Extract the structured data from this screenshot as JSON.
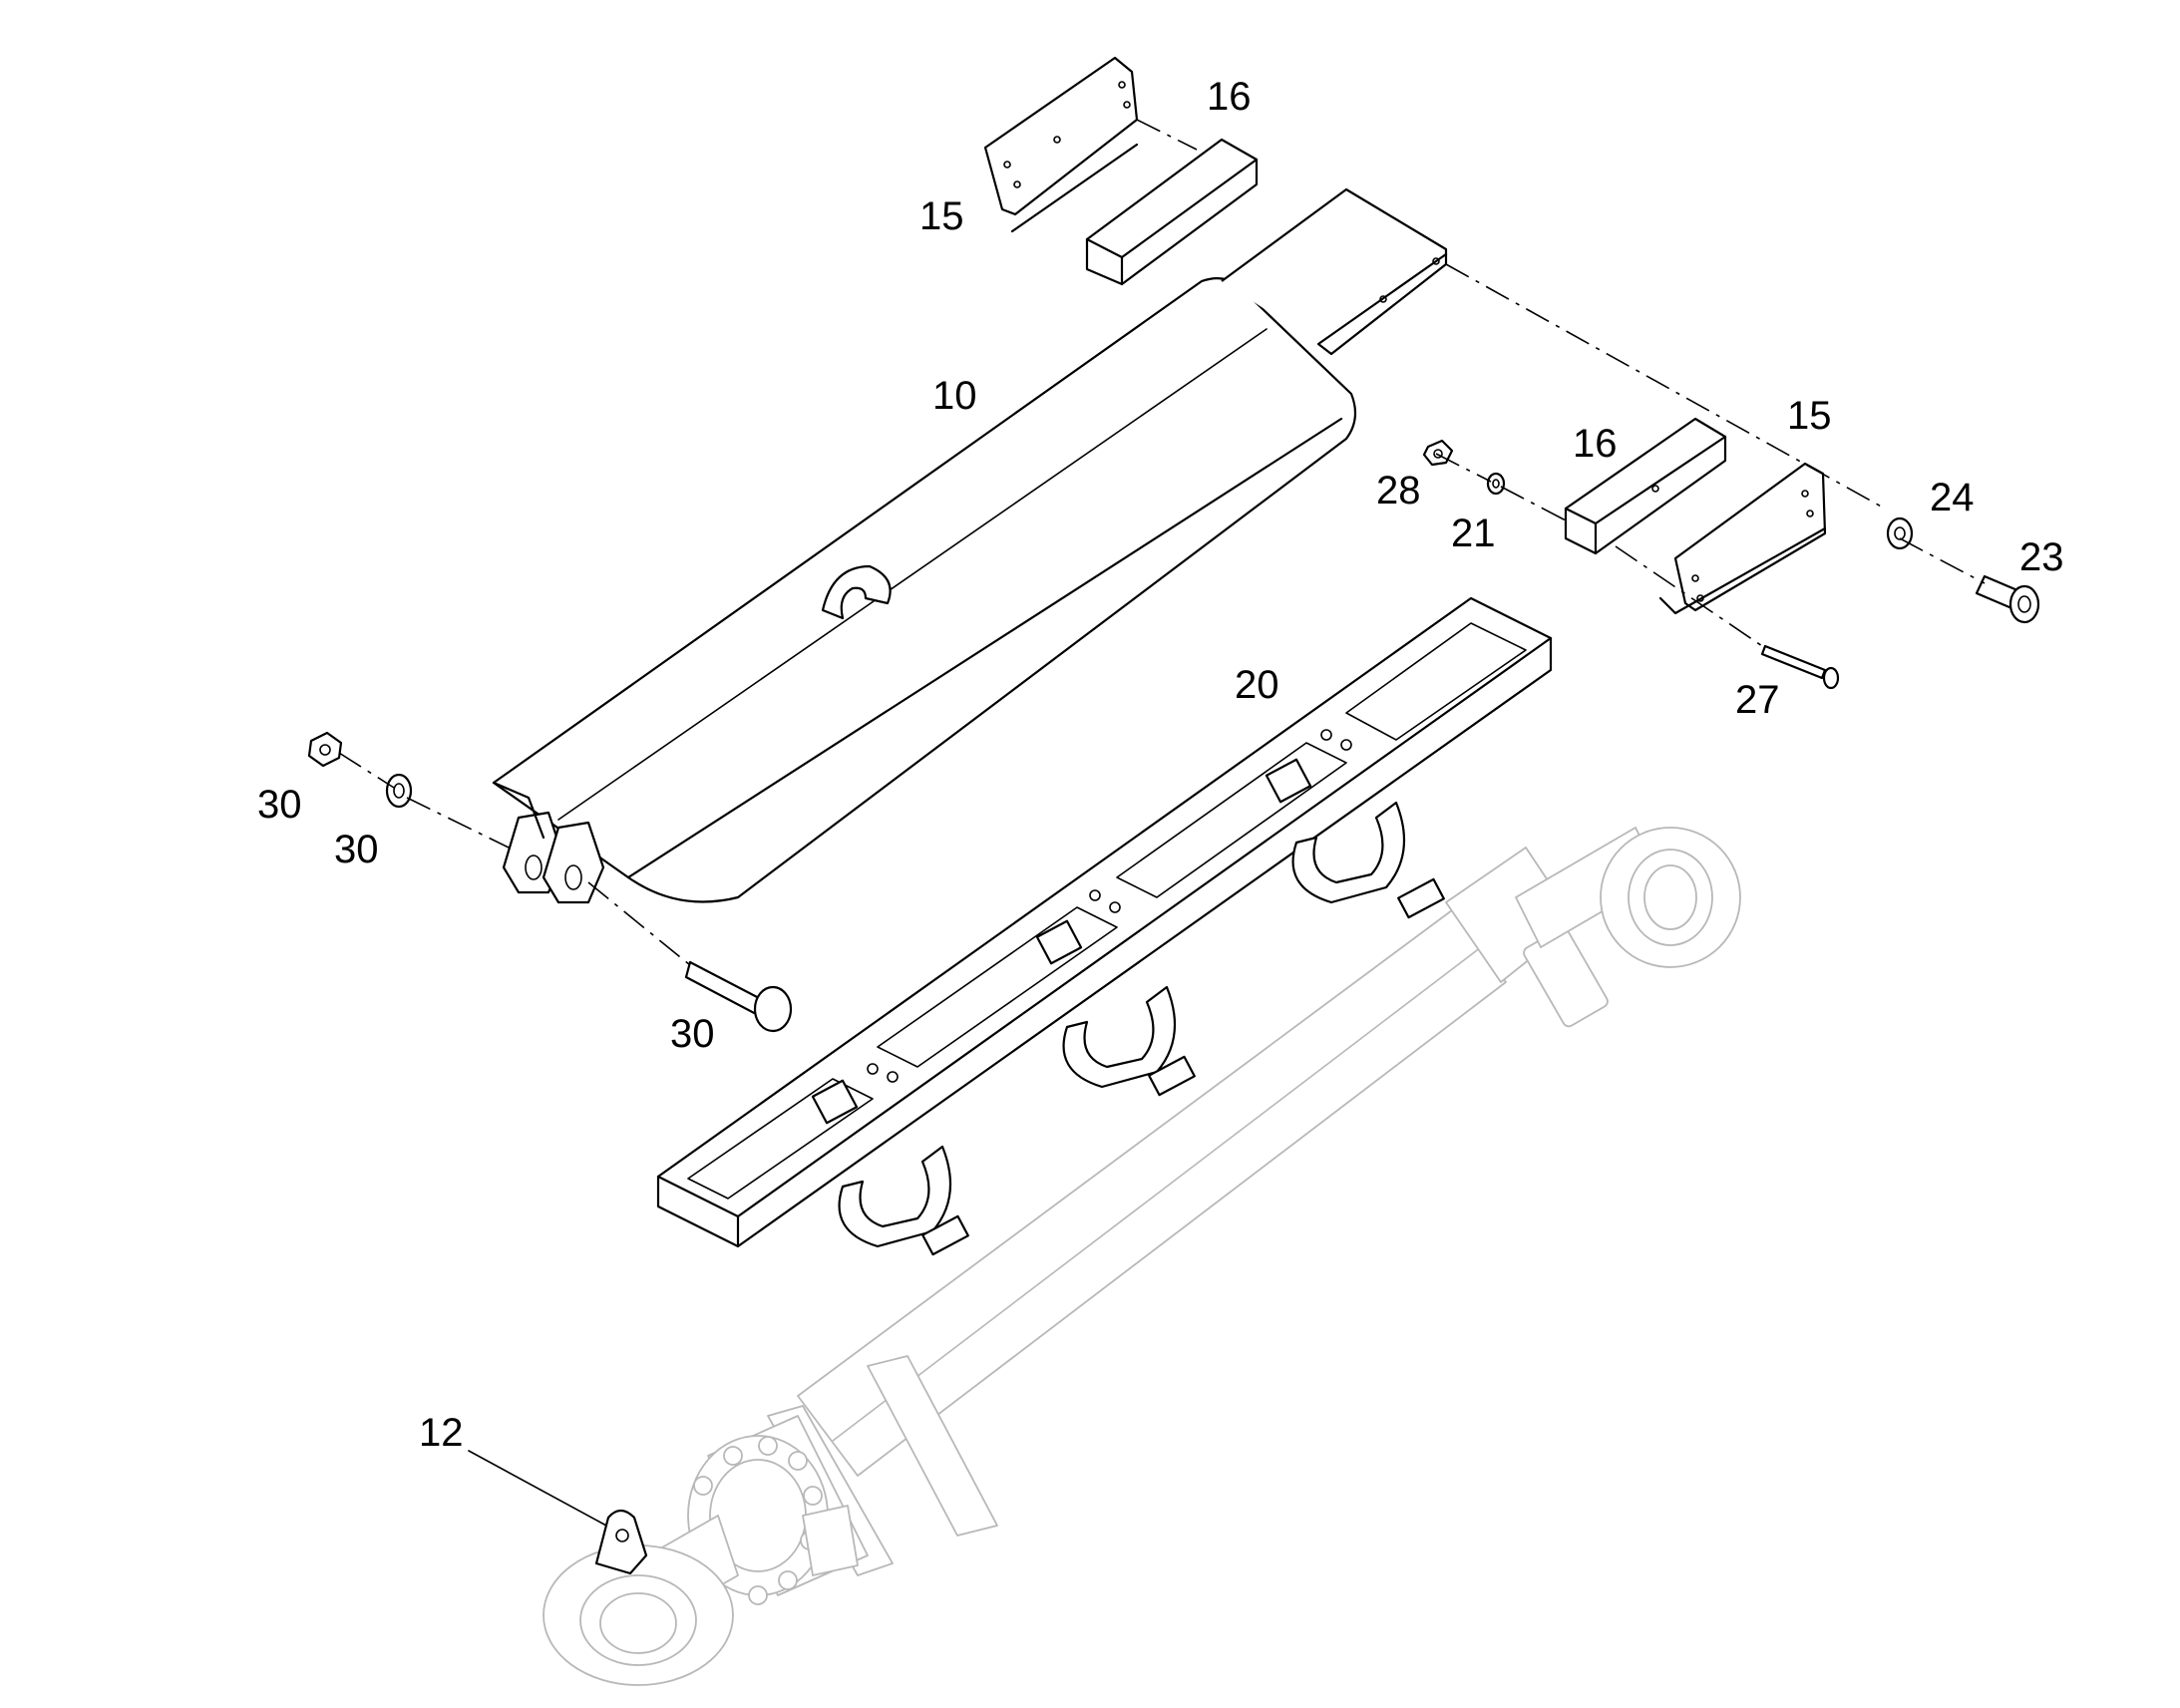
{
  "callouts": {
    "c10": "10",
    "c12": "12",
    "c15a": "15",
    "c15b": "15",
    "c16a": "16",
    "c16b": "16",
    "c20": "20",
    "c21": "21",
    "c23": "23",
    "c24": "24",
    "c27": "27",
    "c28": "28",
    "c30a": "30",
    "c30b": "30",
    "c30c": "30"
  }
}
